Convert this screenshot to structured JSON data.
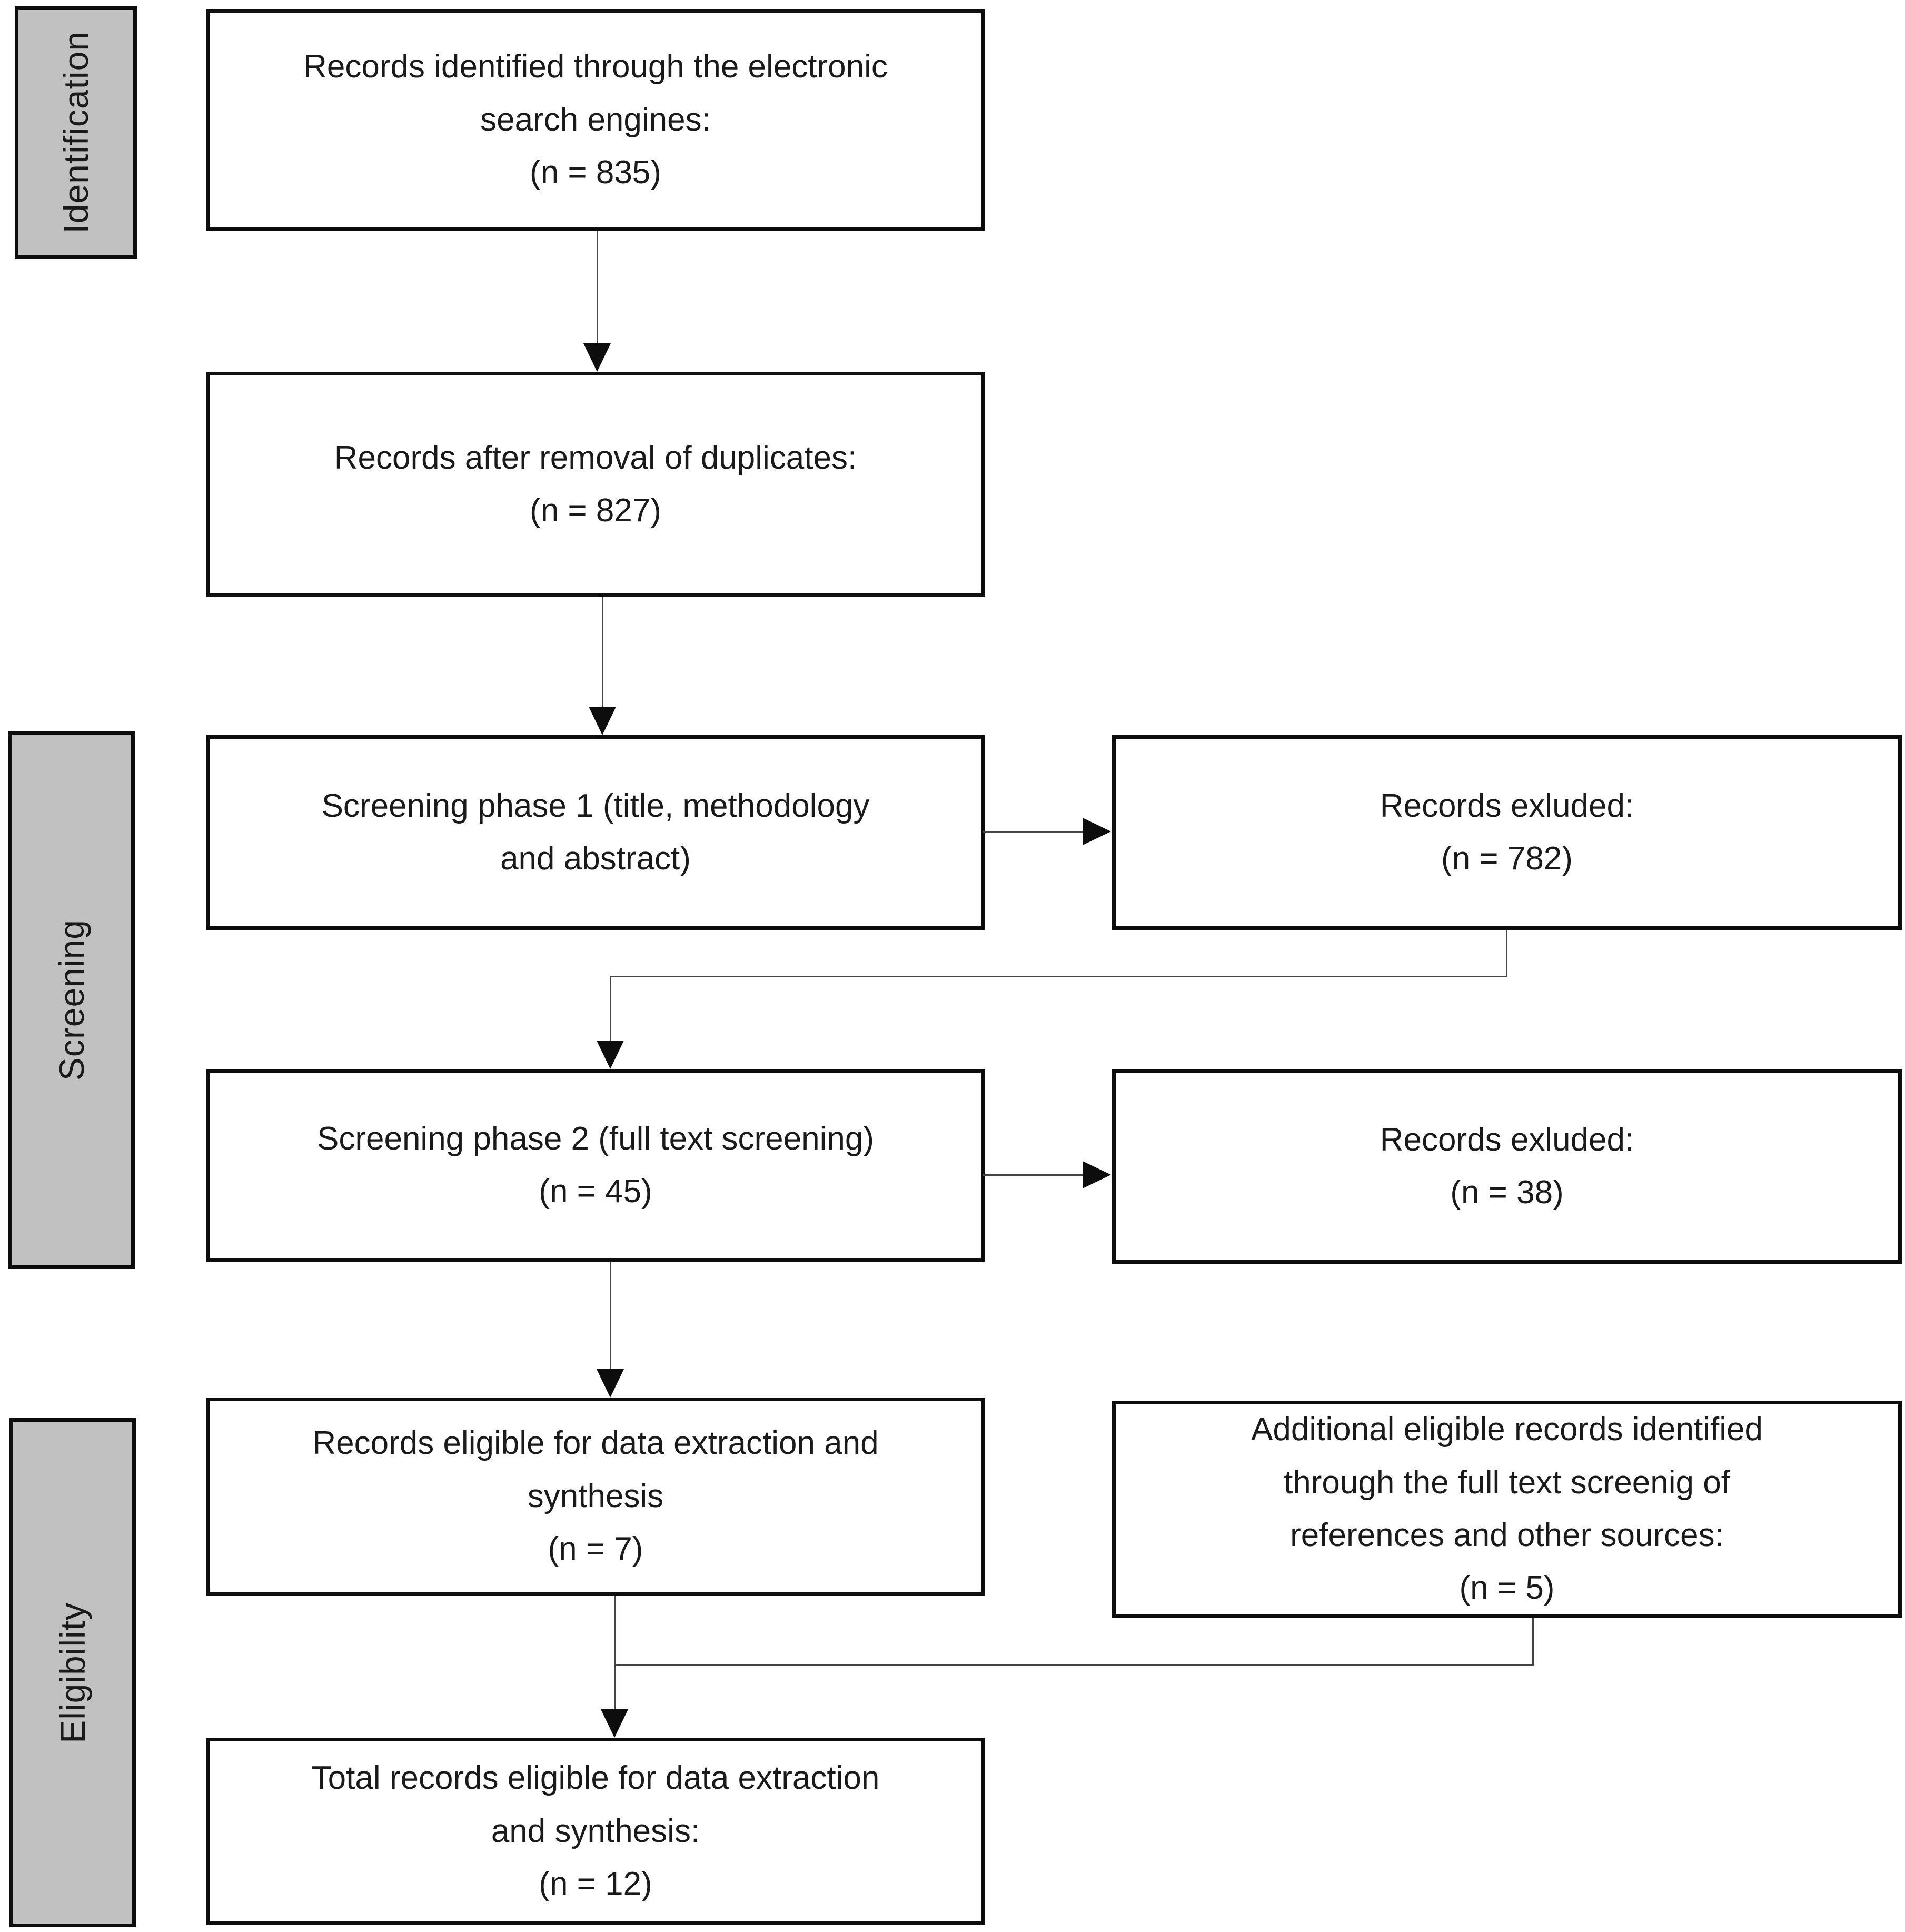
{
  "sidebar": {
    "identification": "Identification",
    "screening": "Screening",
    "eligibility": "Eligibility"
  },
  "flow": {
    "records_identified": {
      "lines": [
        "Records identified through the electronic",
        "search engines:",
        "(n = 835)"
      ]
    },
    "records_after_duplicates": {
      "lines": [
        "Records after removal of duplicates:",
        "(n = 827)"
      ]
    },
    "screening_phase_1": {
      "lines": [
        "Screening phase 1 (title, methodology",
        "and abstract)"
      ]
    },
    "records_excluded_phase_1": {
      "lines": [
        "Records exluded:",
        "(n = 782)"
      ]
    },
    "screening_phase_2": {
      "lines": [
        "Screening phase 2 (full text screening)",
        "(n = 45)"
      ]
    },
    "records_excluded_phase_2": {
      "lines": [
        "Records exluded:",
        "(n = 38)"
      ]
    },
    "records_eligible": {
      "lines": [
        "Records eligible for data extraction and",
        "synthesis",
        "(n = 7)"
      ]
    },
    "additional_records": {
      "lines": [
        "Additional eligible records identified",
        "through the full text screenig of",
        "references and other sources:",
        "(n = 5)"
      ]
    },
    "total_records": {
      "lines": [
        "Total records eligible for data extraction",
        "and synthesis:",
        "(n = 12)"
      ]
    }
  },
  "counts": {
    "identified": 835,
    "after_duplicates": 827,
    "excluded_phase_1": 782,
    "phase_2_screened": 45,
    "excluded_phase_2": 38,
    "eligible": 7,
    "additional": 5,
    "total": 12
  },
  "colors": {
    "sidebar_fill": "#c1c1c1",
    "box_border": "#0d0d0d",
    "connector_line": "#444444",
    "background": "#ffffff"
  }
}
